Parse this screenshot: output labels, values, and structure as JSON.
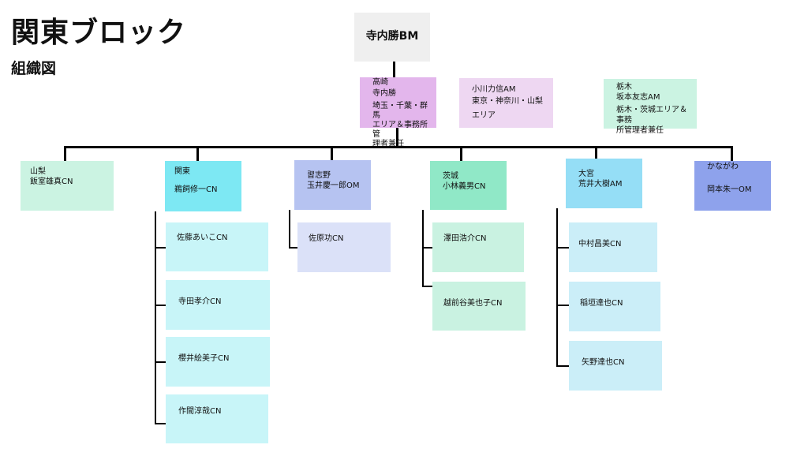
{
  "title": "関東ブロック",
  "subtitle": "組織図",
  "top": {
    "label": "寺内勝BM"
  },
  "manager": {
    "lines": [
      "高崎",
      "寺内勝",
      "埼玉・千葉・群馬",
      "エリア＆事務所管",
      "理者兼任"
    ]
  },
  "side_boxes": [
    {
      "lines": [
        "小川力信AM",
        "東京・神奈川・山梨",
        "エリア"
      ]
    },
    {
      "lines": [
        "栃木",
        "坂本友志AM",
        "栃木・茨城エリア＆事務",
        "所管理者兼任"
      ]
    }
  ],
  "branches": [
    {
      "office": "山梨",
      "leader": "飯室雄真CN",
      "members": []
    },
    {
      "office": "関東",
      "leader": "鵜飼修一CN",
      "members": [
        "佐藤あいこCN",
        "寺田孝介CN",
        "櫻井絵美子CN",
        "作間淳哉CN"
      ]
    },
    {
      "office": "習志野",
      "leader": "玉井慶一郎OM",
      "members": [
        "佐原功CN"
      ]
    },
    {
      "office": "茨城",
      "leader": "小林義男CN",
      "members": [
        "澤田浩介CN",
        "越前谷美也子CN"
      ]
    },
    {
      "office": "大宮",
      "leader": "荒井大樹AM",
      "members": [
        "中村昌美CN",
        "稲垣達也CN",
        "矢野達也CN"
      ]
    },
    {
      "office": "かながわ",
      "leader": "岡本朱一OM",
      "members": []
    }
  ],
  "colors": {
    "manager": "#e3b6ec",
    "side": [
      "#eed7f2",
      "#cbf3e2"
    ],
    "branch_heads": [
      "#cbf3e2",
      "#7de8f3",
      "#b6c3f1",
      "#90e8c7",
      "#95def6",
      "#8ea2ec"
    ],
    "branch_members": [
      "#cbf3e2",
      "#c8f5f8",
      "#dbe1f8",
      "#c9f2e1",
      "#cbeef8",
      "#dde3fb"
    ]
  }
}
